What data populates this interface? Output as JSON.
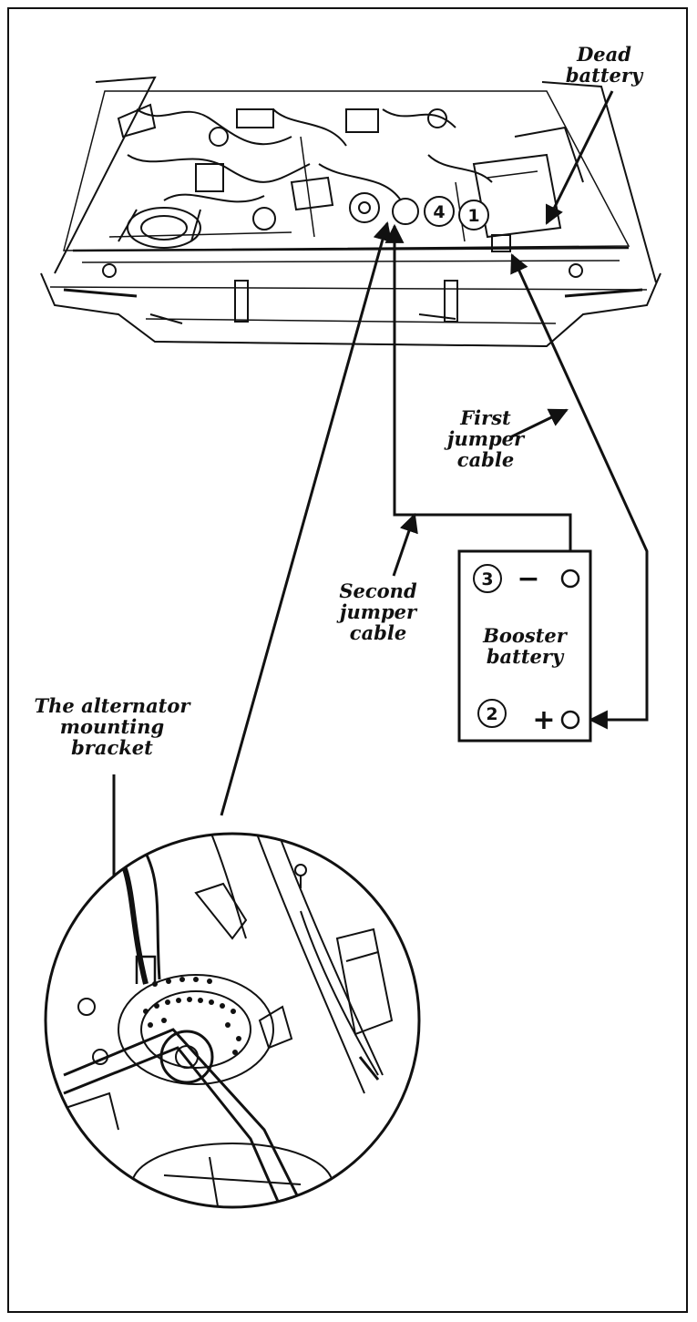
{
  "labels": {
    "dead_battery": [
      "Dead",
      "battery"
    ],
    "first_cable": [
      "First",
      "jumper",
      "cable"
    ],
    "second_cable": [
      "Second",
      "jumper",
      "cable"
    ],
    "booster_battery": [
      "Booster",
      "battery"
    ],
    "alternator_bracket": [
      "The alternator",
      "mounting",
      "bracket"
    ]
  },
  "callouts": {
    "c1": "1",
    "c2": "2",
    "c3": "3",
    "c4": "4"
  },
  "terminals": {
    "negative": "−",
    "positive": "+"
  },
  "colors": {
    "ink": "#111111",
    "paper": "#ffffff"
  }
}
